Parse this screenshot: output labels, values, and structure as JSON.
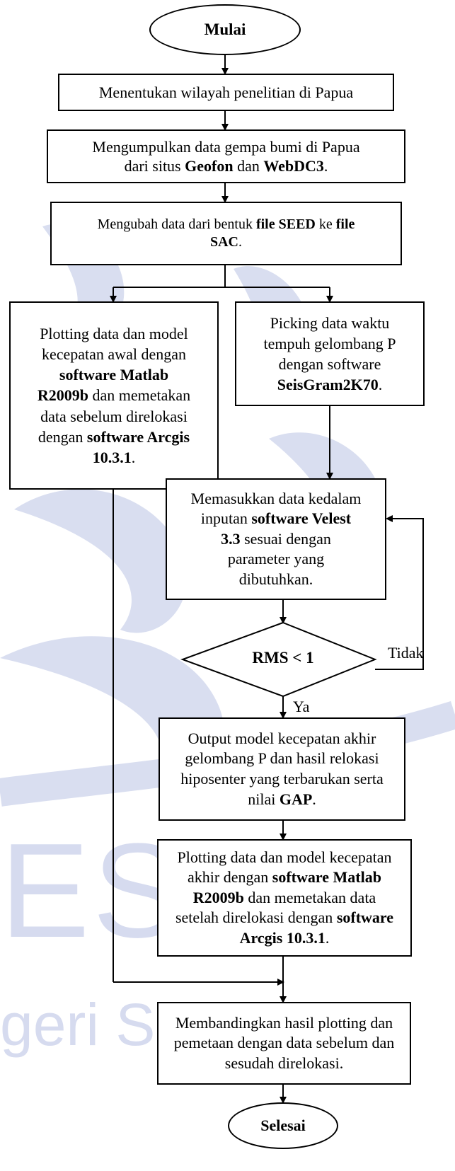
{
  "flowchart": {
    "start": "Mulai",
    "step1": "Menentukan wilayah penelitian di Papua",
    "step2": {
      "line1": "Mengumpulkan data gempa bumi di Papua",
      "pre": "dari situs ",
      "b1": "Geofon",
      "mid": " dan ",
      "b2": "WebDC3",
      "post": "."
    },
    "step3": {
      "pre": "Mengubah data dari bentuk ",
      "b1": "file SEED",
      "mid": " ke ",
      "b2": "file SAC",
      "post": "."
    },
    "left": {
      "l1": "Plotting data dan model",
      "l2": "kecepatan awal dengan",
      "b1": "software Matlab",
      "b2": "R2009b",
      "l3": " dan memetakan",
      "l4": "data sebelum direlokasi",
      "l5": "dengan ",
      "b3": "software Arcgis",
      "b4": "10.3.1",
      "post": "."
    },
    "picking": {
      "l1": "Picking data waktu",
      "l2": "tempuh gelombang P",
      "l3": "dengan software",
      "b1": "SeisGram2K70",
      "post": "."
    },
    "velest": {
      "l1": "Memasukkan data kedalam",
      "l2": "inputan ",
      "b1": "software Velest",
      "b2": "3.3",
      "l3": " sesuai dengan",
      "l4": "parameter yang",
      "l5": "dibutuhkan."
    },
    "decision": "RMS < 1",
    "label_no": "Tidak",
    "label_yes": "Ya",
    "output": {
      "l1": "Output model kecepatan akhir",
      "l2": "gelombang P dan hasil relokasi",
      "l3": "hiposenter yang terbarukan serta",
      "l4": "nilai ",
      "b1": "GAP",
      "post": "."
    },
    "plot2": {
      "l1": "Plotting data dan model kecepatan",
      "l2": "akhir dengan ",
      "b1": "software Matlab",
      "b2": "R2009b",
      "l3": " dan memetakan data",
      "l4": "setelah direlokasi dengan ",
      "b3": "software",
      "b4": "Arcgis 10.3.1",
      "post": "."
    },
    "compare": {
      "l1": "Membandingkan hasil plotting dan",
      "l2": "pemetaan dengan data sebelum dan",
      "l3": "sesudah direlokasi."
    },
    "end": "Selesai"
  },
  "watermark": {
    "big": "ESA",
    "small": "geri Sur"
  }
}
